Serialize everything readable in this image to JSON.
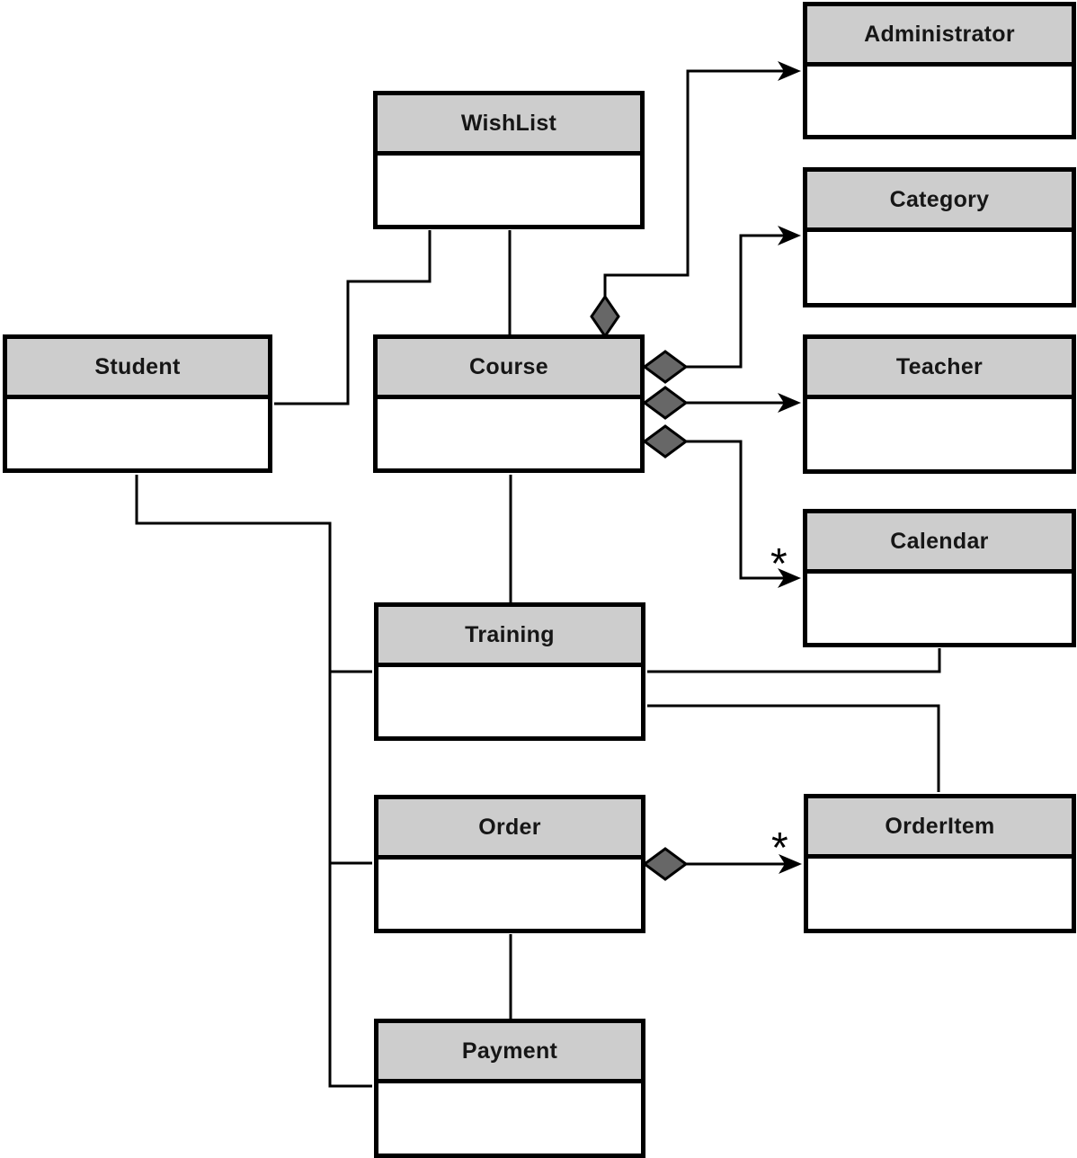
{
  "classes": {
    "administrator": {
      "label": "Administrator"
    },
    "wishlist": {
      "label": "WishList"
    },
    "category": {
      "label": "Category"
    },
    "student": {
      "label": "Student"
    },
    "course": {
      "label": "Course"
    },
    "teacher": {
      "label": "Teacher"
    },
    "calendar": {
      "label": "Calendar"
    },
    "training": {
      "label": "Training"
    },
    "order": {
      "label": "Order"
    },
    "orderitem": {
      "label": "OrderItem"
    },
    "payment": {
      "label": "Payment"
    }
  },
  "multiplicities": {
    "calendar": "*",
    "orderitem": "*"
  },
  "colors": {
    "header_fill": "#cdcdcd",
    "body_fill": "#ffffff",
    "border": "#000000",
    "line": "#000000",
    "diamond_fill": "#676767"
  },
  "relationships": [
    {
      "from": "Course",
      "to": "Administrator",
      "type": "aggregation",
      "diamond_at": "Course",
      "arrow_at": "Administrator"
    },
    {
      "from": "Course",
      "to": "Category",
      "type": "aggregation",
      "diamond_at": "Course",
      "arrow_at": "Category"
    },
    {
      "from": "Course",
      "to": "Teacher",
      "type": "aggregation",
      "diamond_at": "Course",
      "arrow_at": "Teacher"
    },
    {
      "from": "Course",
      "to": "Calendar",
      "type": "aggregation",
      "diamond_at": "Course",
      "arrow_at": "Calendar",
      "multiplicity": "*"
    },
    {
      "from": "WishList",
      "to": "Student",
      "type": "association"
    },
    {
      "from": "WishList",
      "to": "Course",
      "type": "association"
    },
    {
      "from": "Course",
      "to": "Training",
      "type": "association"
    },
    {
      "from": "Student",
      "to": "Training",
      "type": "association"
    },
    {
      "from": "Student",
      "to": "Order",
      "type": "association"
    },
    {
      "from": "Student",
      "to": "Payment",
      "type": "association"
    },
    {
      "from": "Training",
      "to": "Calendar",
      "type": "association"
    },
    {
      "from": "Training",
      "to": "OrderItem",
      "type": "association"
    },
    {
      "from": "Order",
      "to": "OrderItem",
      "type": "aggregation",
      "diamond_at": "Order",
      "arrow_at": "OrderItem",
      "multiplicity": "*"
    },
    {
      "from": "Order",
      "to": "Payment",
      "type": "association"
    }
  ]
}
